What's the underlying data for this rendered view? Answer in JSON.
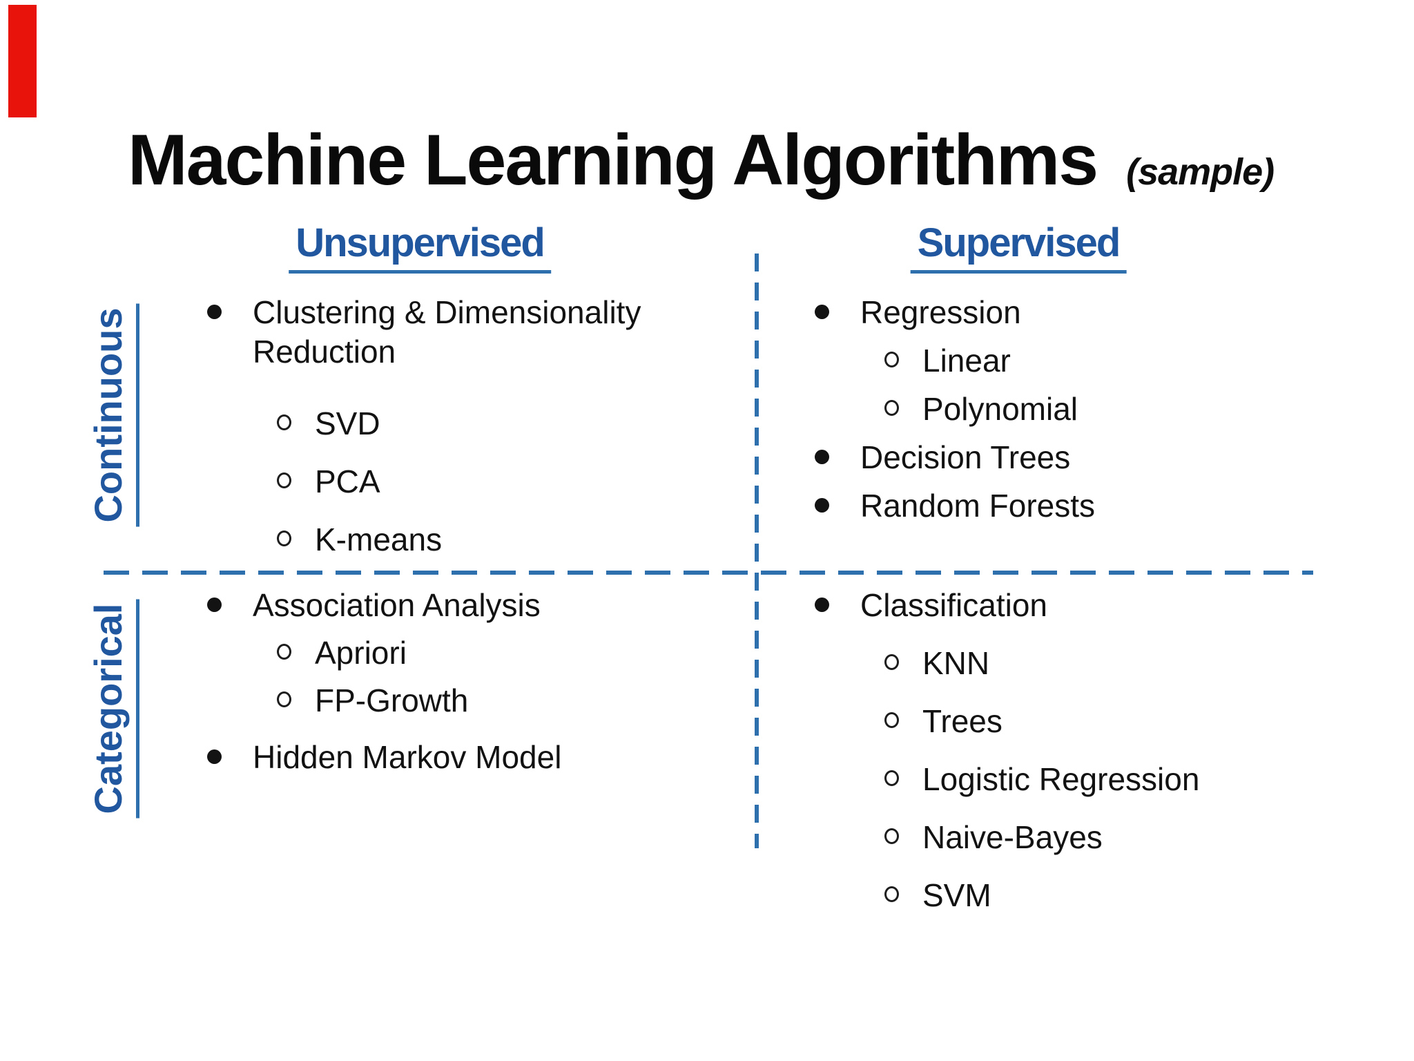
{
  "slide": {
    "title": "Machine Learning Algorithms",
    "title_suffix": "(sample)"
  },
  "columns": [
    {
      "id": "unsupervised",
      "label": "Unsupervised"
    },
    {
      "id": "supervised",
      "label": "Supervised"
    }
  ],
  "rows": [
    {
      "id": "continuous",
      "label": "Continuous"
    },
    {
      "id": "categorical",
      "label": "Categorical"
    }
  ],
  "quadrants": [
    {
      "id": "continuous-unsupervised",
      "row": "Continuous",
      "column": "Unsupervised",
      "items": [
        {
          "text": "Clustering & Dimensionality Reduction",
          "children": [
            "SVD",
            "PCA",
            "K-means"
          ]
        }
      ]
    },
    {
      "id": "continuous-supervised",
      "row": "Continuous",
      "column": "Supervised",
      "items": [
        {
          "text": "Regression",
          "children": [
            "Linear",
            "Polynomial"
          ]
        },
        {
          "text": "Decision Trees",
          "children": []
        },
        {
          "text": "Random Forests",
          "children": []
        }
      ]
    },
    {
      "id": "categorical-unsupervised",
      "row": "Categorical",
      "column": "Unsupervised",
      "items": [
        {
          "text": "Association Analysis",
          "children": [
            "Apriori",
            "FP-Growth"
          ]
        },
        {
          "text": "Hidden Markov Model",
          "children": []
        }
      ]
    },
    {
      "id": "categorical-supervised",
      "row": "Categorical",
      "column": "Supervised",
      "items": [
        {
          "text": "Classification",
          "children": [
            "KNN",
            "Trees",
            "Logistic Regression",
            "Naive-Bayes",
            "SVM"
          ]
        }
      ]
    }
  ],
  "icons": {
    "level1_bullet": "filled-circle-bullet",
    "level2_bullet": "hollow-circle-bullet"
  },
  "colors": {
    "heading_blue": "#21579f",
    "divider_blue": "#2e6fad",
    "red_bar": "#e8130b",
    "body_text": "#121212"
  }
}
